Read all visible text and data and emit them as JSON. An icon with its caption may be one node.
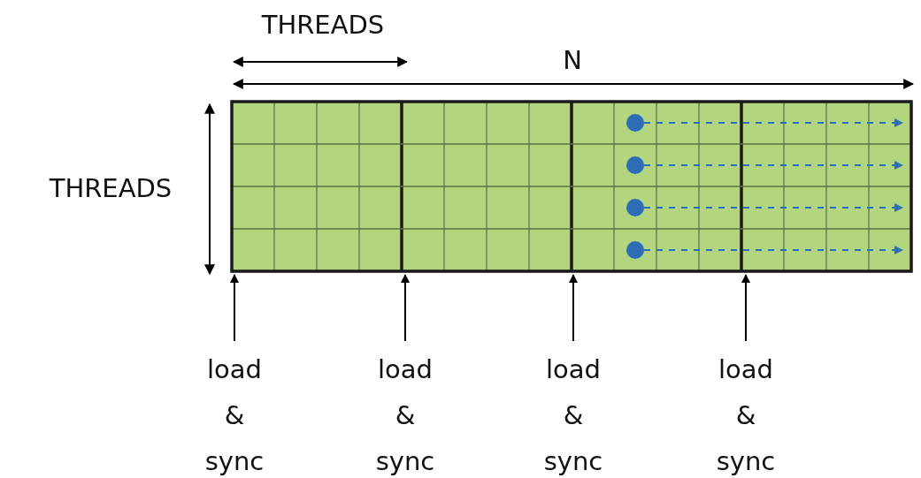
{
  "diagram": {
    "nodes": [
      {
        "text": [],
        "shape": "box"
      },
      {
        "text": [],
        "shape": "circle",
        "in": 0
      },
      {
        "text": [],
        "shape": "circle",
        "in": 0
      },
      {
        "text": [],
        "shape": "circle",
        "in": 0
      },
      {
        "text": [],
        "shape": "circle",
        "in": 0
      },
      {
        "text": [
          "load & sync"
        ]
      },
      {
        "text": [
          "load & sync"
        ]
      },
      {
        "text": [
          "load & sync"
        ]
      },
      {
        "text": [
          "load & sync"
        ]
      }
    ],
    "edges": [
      {
        "from": 1,
        "to": null,
        "arrow": "to",
        "style": "dashed",
        "color": "#2e6db4"
      },
      {
        "from": 2,
        "to": null,
        "arrow": "to",
        "style": "dashed",
        "color": "#2e6db4"
      },
      {
        "from": 3,
        "to": null,
        "arrow": "to",
        "style": "dashed",
        "color": "#2e6db4"
      },
      {
        "from": 4,
        "to": null,
        "arrow": "to",
        "style": "dashed",
        "color": "#2e6db4"
      },
      {
        "from": 5,
        "to": 0,
        "arrow": "to",
        "color": "#000000"
      },
      {
        "from": 6,
        "to": 0,
        "arrow": "to",
        "color": "#000000"
      },
      {
        "from": 7,
        "to": 0,
        "arrow": "to",
        "color": "#000000"
      },
      {
        "from": 8,
        "to": 0,
        "arrow": "to",
        "color": "#000000"
      }
    ],
    "labels": [
      "THREADS",
      "N",
      "THREADS"
    ]
  }
}
